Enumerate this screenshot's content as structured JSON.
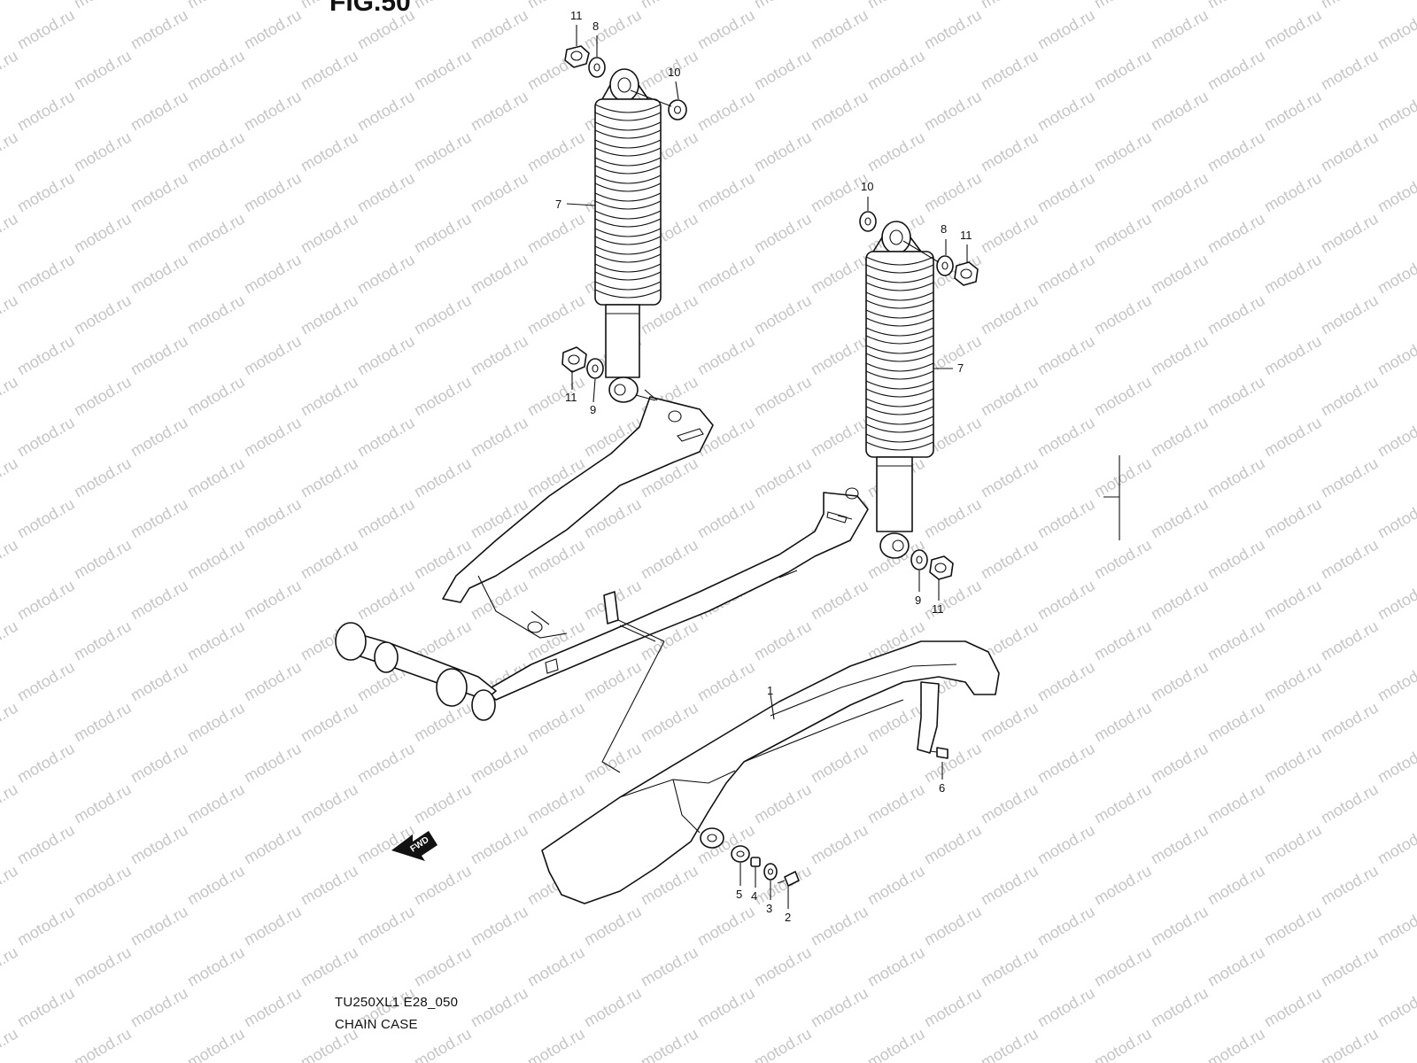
{
  "figure_title": "FIG.50",
  "watermark_text": "motod.ru",
  "caption": {
    "code": "TU250XL1 E28_050",
    "title": "CHAIN CASE"
  },
  "fwd_label": "FWD",
  "callouts": {
    "shock_left_top_nut": "11",
    "shock_left_top_washer": "8",
    "shock_left_top_washer2": "10",
    "shock_left": "7",
    "shock_left_bottom_nut": "11",
    "shock_left_bottom_washer": "9",
    "shock_right_top_washer2": "10",
    "shock_right_top_washer": "8",
    "shock_right_top_nut": "11",
    "shock_right": "7",
    "shock_right_bottom_washer": "9",
    "shock_right_bottom_nut": "11",
    "chain_case": "1",
    "chain_case_bolt_rear": "6",
    "chain_case_cushion": "5",
    "chain_case_collar": "4",
    "chain_case_washer": "3",
    "chain_case_bolt_front": "2"
  }
}
